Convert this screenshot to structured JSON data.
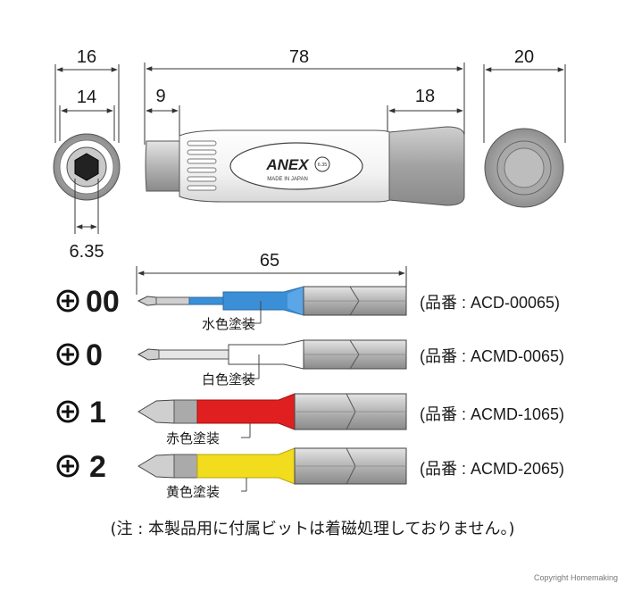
{
  "dimensions": {
    "socket_outer": "16",
    "socket_inner": "14",
    "hex_size": "6.35",
    "handle_length": "78",
    "front_cap": "9",
    "rear_grip": "18",
    "end_diameter": "20",
    "bit_length": "65"
  },
  "handle": {
    "logo": "ANEX",
    "made_in": "MADE IN JAPAN",
    "badge": "6.35"
  },
  "bits": [
    {
      "size": "00",
      "color_label": "水色塗装",
      "part_no": "(品番 : ACD-00065)",
      "color": "#3b8fd6"
    },
    {
      "size": "0",
      "color_label": "白色塗装",
      "part_no": "(品番 : ACMD-0065)",
      "color": "#ffffff"
    },
    {
      "size": "1",
      "color_label": "赤色塗装",
      "part_no": "(品番 : ACMD-1065)",
      "color": "#e02020"
    },
    {
      "size": "2",
      "color_label": "黄色塗装",
      "part_no": "(品番 : ACMD-2065)",
      "color": "#f2dc1e"
    }
  ],
  "note": "(注 : 本製品用に付属ビットは着磁処理しておりません。)",
  "copyright": "Copyright Homemaking",
  "colors": {
    "metal": "#b8b8b8",
    "metal_dark": "#777777",
    "grip": "#a9a9a9"
  }
}
